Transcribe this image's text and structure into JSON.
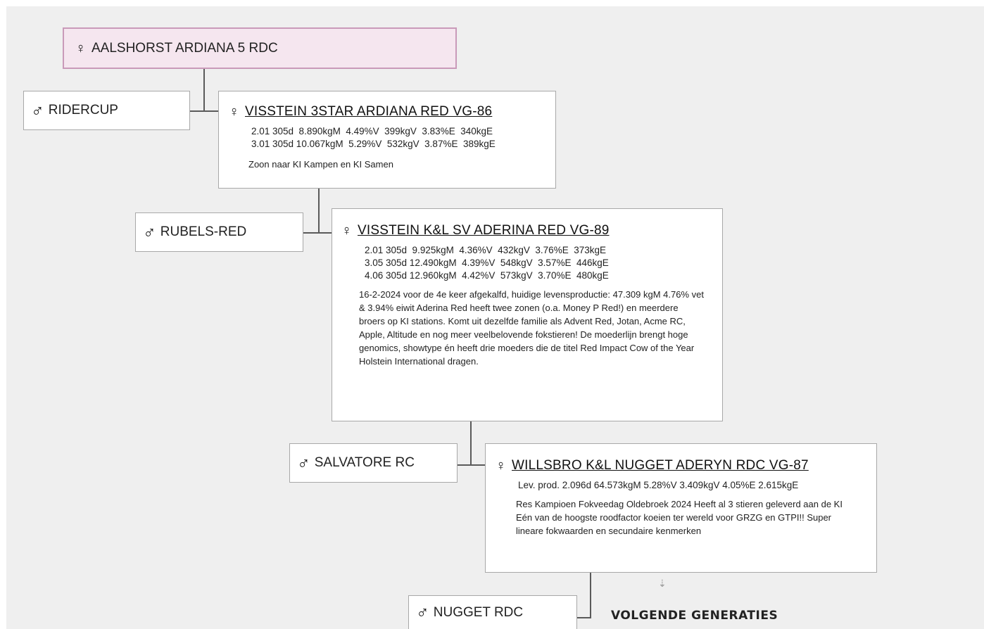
{
  "symbols": {
    "female": "♀",
    "male": "♂",
    "arrow_down": "⇣"
  },
  "root": {
    "name": "AALSHORST ARDIANA 5 RDC"
  },
  "generations": [
    {
      "sire": "RIDERCUP",
      "dam": {
        "name": "VISSTEIN 3STAR ARDIANA RED VG-86",
        "production": [
          "2.01 305d  8.890kgM  4.49%V  399kgV  3.83%E  340kgE",
          "3.01 305d 10.067kgM  5.29%V  532kgV  3.87%E  389kgE"
        ],
        "note": "Zoon naar KI Kampen en KI Samen"
      }
    },
    {
      "sire": "RUBELS-RED",
      "dam": {
        "name": "VISSTEIN K&L SV ADERINA RED VG-89",
        "production": [
          "2.01 305d  9.925kgM  4.36%V  432kgV  3.76%E  373kgE",
          "3.05 305d 12.490kgM  4.39%V  548kgV  3.57%E  446kgE",
          "4.06 305d 12.960kgM  4.42%V  573kgV  3.70%E  480kgE"
        ],
        "note": "16-2-2024 voor de 4e keer afgekalfd, huidige levensproductie: 47.309 kgM 4.76% vet & 3.94% eiwit Aderina Red heeft twee zonen (o.a. Money P Red!) en meerdere broers op KI stations. Komt uit dezelfde familie als Advent Red, Jotan, Acme RC, Apple, Altitude en nog meer veelbelovende fokstieren! De moederlijn brengt hoge genomics, showtype én heeft drie moeders die de titel Red Impact Cow of the Year Holstein International dragen."
      }
    },
    {
      "sire": "SALVATORE RC",
      "dam": {
        "name": "WILLSBRO K&L NUGGET ADERYN RDC VG-87",
        "production": [
          "Lev. prod. 2.096d 64.573kgM 5.28%V 3.409kgV 4.05%E 2.615kgE"
        ],
        "note": "Res Kampioen Fokveedag Oldebroek 2024 Heeft al 3 stieren geleverd aan de KI Eén van de hoogste roodfactor koeien ter wereld voor GRZG en GTPI!! Super lineare fokwaarden en secundaire kenmerken"
      }
    },
    {
      "sire": "NUGGET RDC"
    }
  ],
  "next_generations_label": "VOLGENDE GENERATIES"
}
